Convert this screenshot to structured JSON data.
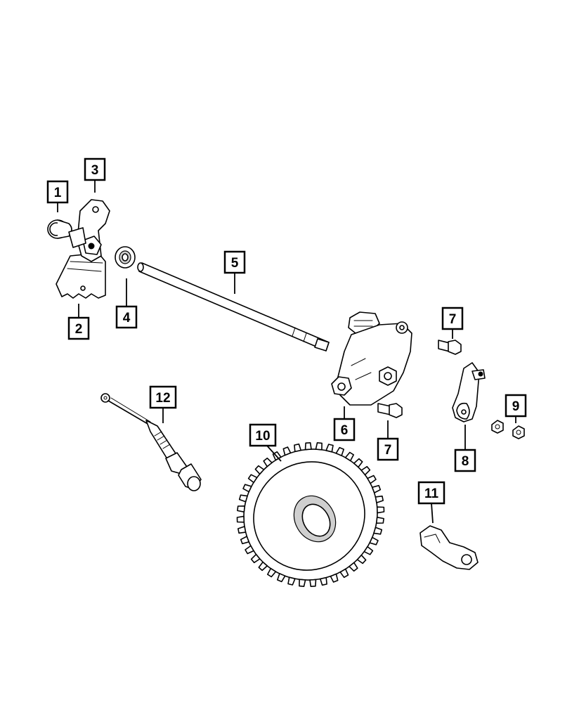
{
  "callouts": [
    {
      "label": "1"
    },
    {
      "label": "2"
    },
    {
      "label": "3"
    },
    {
      "label": "4"
    },
    {
      "label": "5"
    },
    {
      "label": "6"
    },
    {
      "label": "7"
    },
    {
      "label": "7"
    },
    {
      "label": "8"
    },
    {
      "label": "9"
    },
    {
      "label": "10"
    },
    {
      "label": "11"
    },
    {
      "label": "12"
    }
  ]
}
